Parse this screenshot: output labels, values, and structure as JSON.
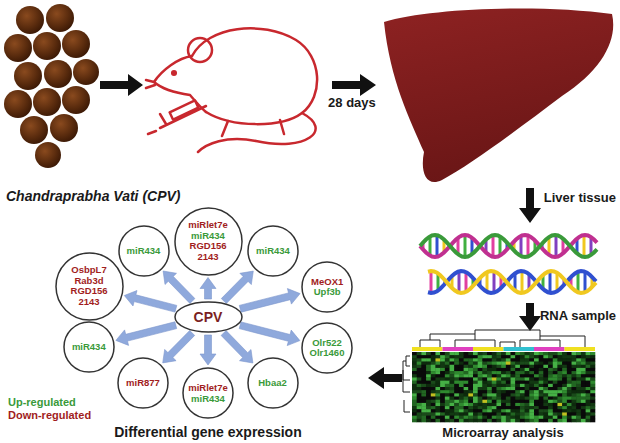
{
  "diagram": {
    "nodes": [
      {
        "text": [
          "CPV"
        ]
      },
      {
        "text": [
          "miRlet7e",
          "miR434",
          "RGD156 2143"
        ]
      },
      {
        "text": [
          "miR434"
        ]
      },
      {
        "text": [
          "MeOX1",
          "Upf3b"
        ]
      },
      {
        "text": [
          "Olr522",
          "Olr1460"
        ]
      },
      {
        "text": [
          "Hbaa2"
        ]
      },
      {
        "text": [
          "miRlet7e",
          "miR434"
        ]
      },
      {
        "text": [
          "miR877"
        ]
      },
      {
        "text": [
          "miR434"
        ]
      },
      {
        "text": [
          "OsbpL7",
          "Rab3d",
          "RGD156 2143"
        ]
      },
      {
        "text": [
          "miR434"
        ]
      }
    ],
    "edges": [
      {
        "from": 0,
        "to": 1,
        "arrow": "to"
      },
      {
        "from": 0,
        "to": 2,
        "arrow": "to"
      },
      {
        "from": 0,
        "to": 3,
        "arrow": "to"
      },
      {
        "from": 0,
        "to": 4,
        "arrow": "to"
      },
      {
        "from": 0,
        "to": 5,
        "arrow": "to"
      },
      {
        "from": 0,
        "to": 6,
        "arrow": "to"
      },
      {
        "from": 0,
        "to": 7,
        "arrow": "to"
      },
      {
        "from": 0,
        "to": 8,
        "arrow": "to"
      },
      {
        "from": 0,
        "to": 9,
        "arrow": "to"
      },
      {
        "from": 0,
        "to": 10,
        "arrow": "to"
      }
    ],
    "labels": [
      "Chandraprabha Vati (CPV)",
      "28 days",
      "Liver tissue",
      "RNA sample",
      "Microarray analysis",
      "Differential gene expression"
    ],
    "legend": [
      {
        "text": "Up-regulated",
        "color": "#3a9a3a"
      },
      {
        "text": "Down-regulated",
        "color": "#a11d1d"
      }
    ]
  }
}
